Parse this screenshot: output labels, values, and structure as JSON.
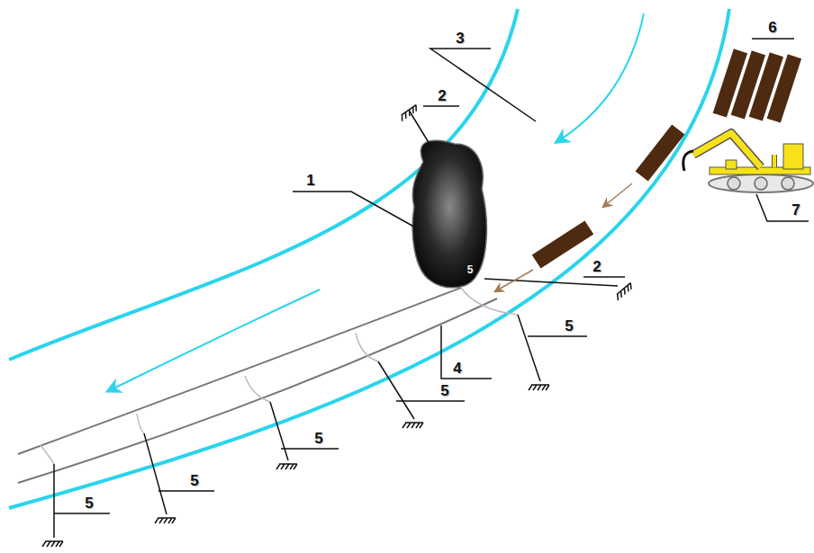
{
  "diagram": {
    "labels": [
      "6",
      "3",
      "2",
      "1",
      "7",
      "2",
      "5",
      "5",
      "4",
      "5",
      "5",
      "5",
      "5"
    ]
  }
}
